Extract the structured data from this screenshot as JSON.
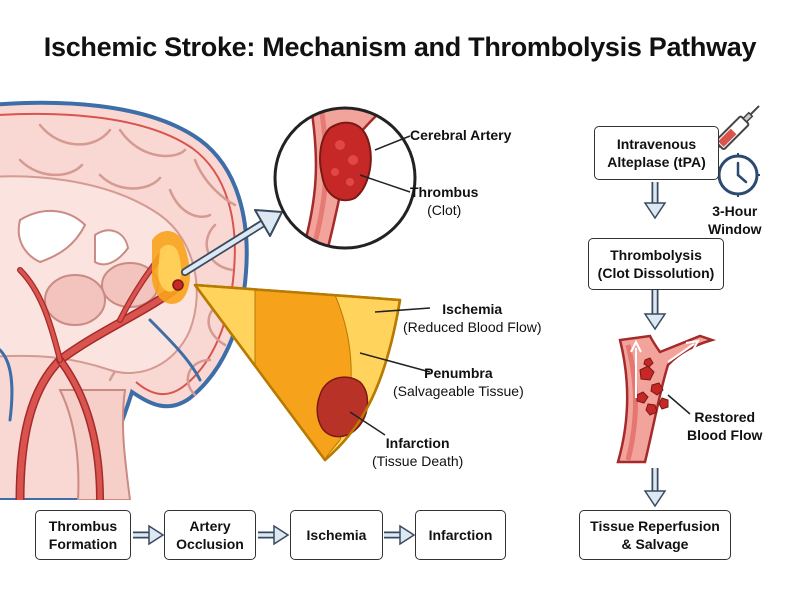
{
  "title": "Ischemic Stroke: Mechanism and Thrombolysis Pathway",
  "labels": {
    "cerebral_artery": "Cerebral Artery",
    "thrombus": "Thrombus",
    "thrombus_sub": "(Clot)",
    "ischemia": "Ischemia",
    "ischemia_sub": "(Reduced Blood Flow)",
    "penumbra": "Penumbra",
    "penumbra_sub": "(Salvageable Tissue)",
    "infarction": "Infarction",
    "infarction_sub": "(Tissue Death)",
    "restored_line1": "Restored",
    "restored_line2": "Blood Flow",
    "window_line1": "3-Hour",
    "window_line2": "Window"
  },
  "treatment_steps": [
    {
      "line1": "Intravenous",
      "line2": "Alteplase (tPA)"
    },
    {
      "line1": "Thrombolysis",
      "line2": "(Clot Dissolution)"
    },
    {
      "line1": "Tissue Reperfusion",
      "line2": "& Salvage"
    }
  ],
  "mechanism_steps": [
    {
      "line1": "Thrombus",
      "line2": "Formation"
    },
    {
      "line1": "Artery",
      "line2": "Occlusion"
    },
    {
      "line1": "Ischemia",
      "line2": ""
    },
    {
      "line1": "Infarction",
      "line2": ""
    }
  ],
  "colors": {
    "artery": "#d9534f",
    "artery_dark": "#a52a2a",
    "clot": "#c62828",
    "vein": "#3e6ea8",
    "brain": "#f9d8d3",
    "ischemia": "#ffd35c",
    "penumbra": "#f7a21b",
    "infarction": "#b83227"
  },
  "icons": [
    "syringe-icon",
    "clock-icon"
  ]
}
